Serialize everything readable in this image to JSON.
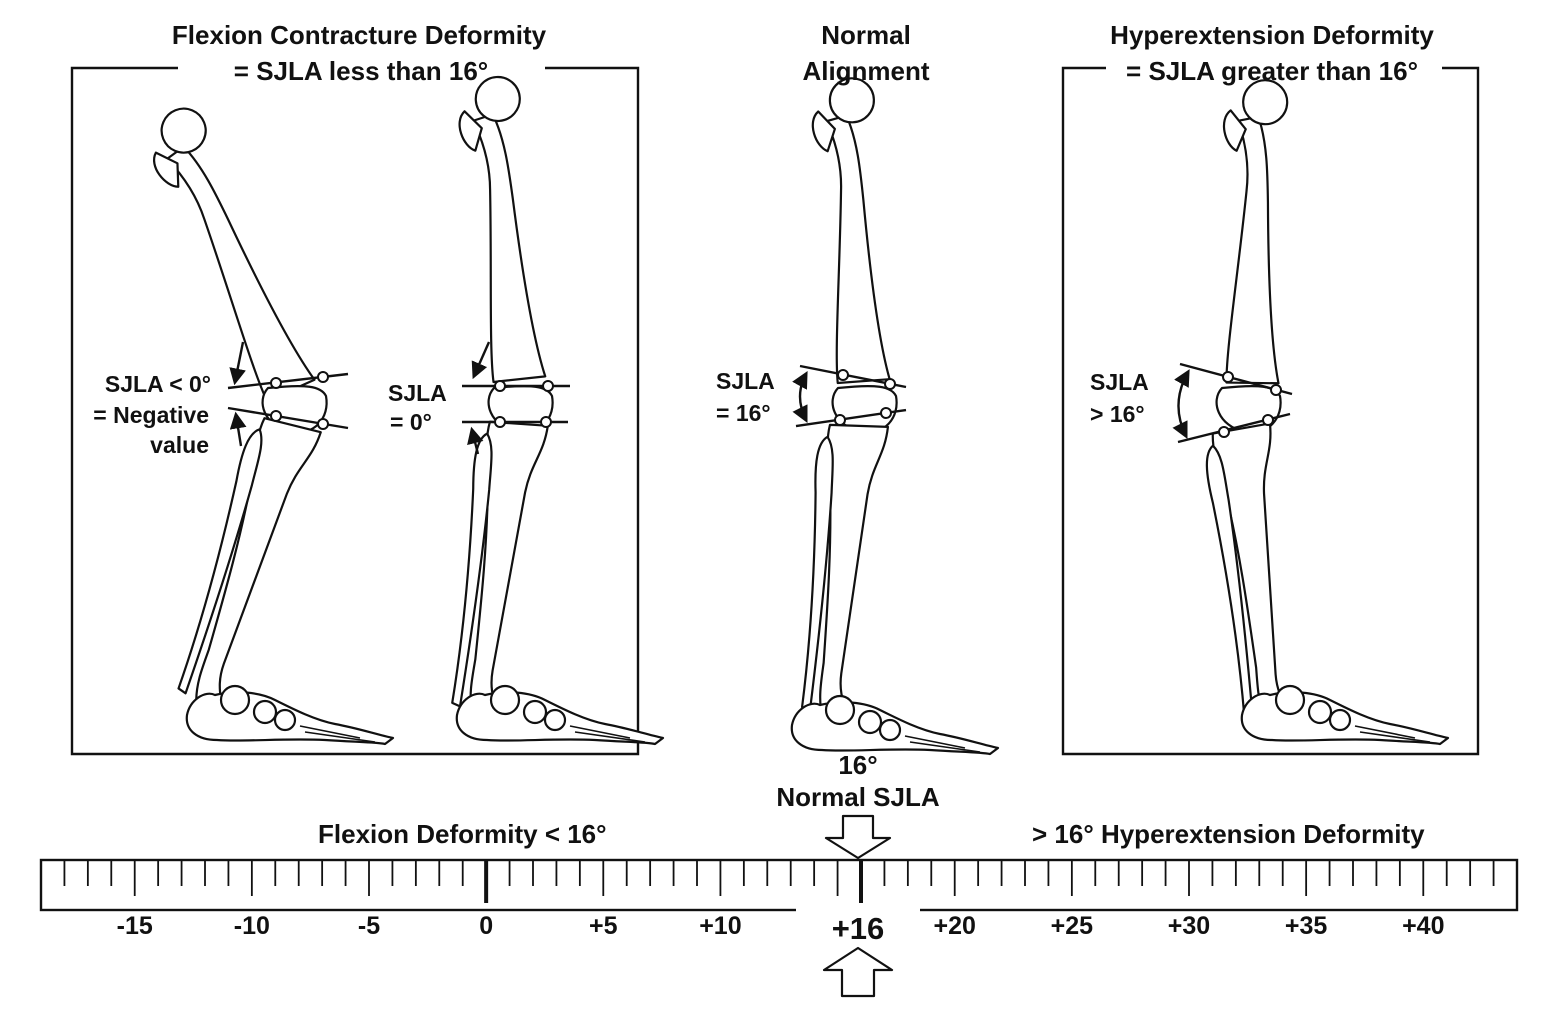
{
  "headers": {
    "flexion_title": "Flexion Contracture Deformity",
    "flexion_subtitle": "= SJLA less than 16°",
    "normal_line1": "Normal",
    "normal_line2": "Alignment",
    "hyper_title": "Hyperextension Deformity",
    "hyper_subtitle": "= SJLA greater than 16°"
  },
  "legs": {
    "negative": {
      "line1": "SJLA < 0°",
      "line2": "= Negative",
      "line3": "value"
    },
    "zero": {
      "line1": "SJLA",
      "line2": "= 0°"
    },
    "normal": {
      "line1": "SJLA",
      "line2": "= 16°"
    },
    "hyper": {
      "line1": "SJLA",
      "line2": "> 16°"
    }
  },
  "scale": {
    "marker_value": "16°",
    "marker_label": "Normal SJLA",
    "left_label": "Flexion Deformity  < 16°",
    "right_label": "> 16°  Hyperextension Deformity",
    "center_value": "+16",
    "min": -19,
    "max": 44,
    "major_ticks": [
      0,
      16
    ],
    "tick_labels": [
      "-15",
      "-10",
      "-5",
      "0",
      "+5",
      "+10",
      "+20",
      "+25",
      "+30",
      "+35",
      "+40"
    ]
  }
}
